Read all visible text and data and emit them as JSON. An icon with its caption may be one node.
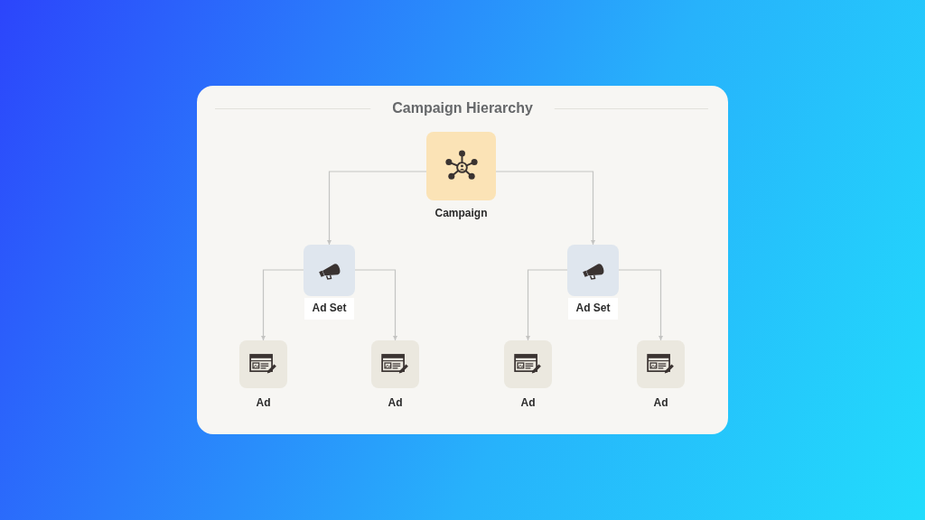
{
  "diagram": {
    "title": "Campaign Hierarchy",
    "nodes": [
      {
        "text": [
          "Campaign"
        ]
      },
      {
        "text": [
          "Ad Set"
        ]
      },
      {
        "text": [
          "Ad Set"
        ]
      },
      {
        "text": [
          "Ad"
        ]
      },
      {
        "text": [
          "Ad"
        ]
      },
      {
        "text": [
          "Ad"
        ]
      },
      {
        "text": [
          "Ad"
        ]
      }
    ],
    "edges": [
      {
        "from": 0,
        "to": 1,
        "arrow": "to"
      },
      {
        "from": 0,
        "to": 2,
        "arrow": "to"
      },
      {
        "from": 1,
        "to": 3,
        "arrow": "to"
      },
      {
        "from": 1,
        "to": 4,
        "arrow": "to"
      },
      {
        "from": 2,
        "to": 5,
        "arrow": "to"
      },
      {
        "from": 2,
        "to": 6,
        "arrow": "to"
      }
    ]
  }
}
